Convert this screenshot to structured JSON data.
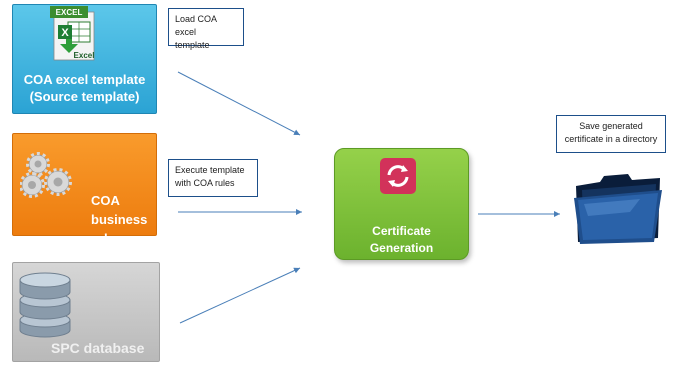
{
  "excel_box": {
    "label_line1": "COA excel template",
    "label_line2": "(Source template)",
    "icon_header": "EXCEL",
    "icon_sub": "Excel"
  },
  "rules_box": {
    "label_line1": "COA business",
    "label_line2": "rules"
  },
  "db_box": {
    "label": "SPC database"
  },
  "cert_box": {
    "label_line1": "Certificate",
    "label_line2": "Generation"
  },
  "notes": {
    "load": {
      "line1": "Load COA excel",
      "line2": "template"
    },
    "exec": {
      "line1": "Execute template",
      "line2": "with COA rules"
    },
    "save": {
      "line1": "Save generated",
      "line2": "certificate in a directory"
    }
  },
  "icons": {
    "excel": "excel-file-icon",
    "gears": "gears-icon",
    "database": "database-icon",
    "refresh": "refresh-icon",
    "folder": "folder-icon"
  },
  "colors": {
    "excel_box": "#2ba3d4",
    "rules_box": "#ed7c0e",
    "db_box": "#c0c0c0",
    "cert_box": "#6cb22e",
    "arrow": "#4a7fb8",
    "note_border": "#1d4f8a"
  }
}
